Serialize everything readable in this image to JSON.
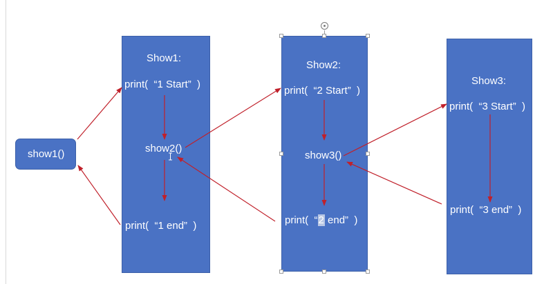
{
  "caller": {
    "label": "show1()"
  },
  "show1": {
    "title": "Show1:",
    "start": "print(  “1 Start”  )",
    "call": "show2()",
    "end": "print(  “1 end”  )"
  },
  "show2": {
    "title": "Show2:",
    "start": "print(  “2 Start”  )",
    "call": "show3()",
    "end_prefix": "print(  “",
    "end_highlight": "2",
    "end_suffix": " end”  )"
  },
  "show3": {
    "title": "Show3:",
    "start": "print(  “3 Start”  )",
    "end": "print(  “3 end”  )"
  },
  "colors": {
    "box_fill": "#4a72c4",
    "arrow": "#c0202a",
    "text": "#ffffff"
  }
}
